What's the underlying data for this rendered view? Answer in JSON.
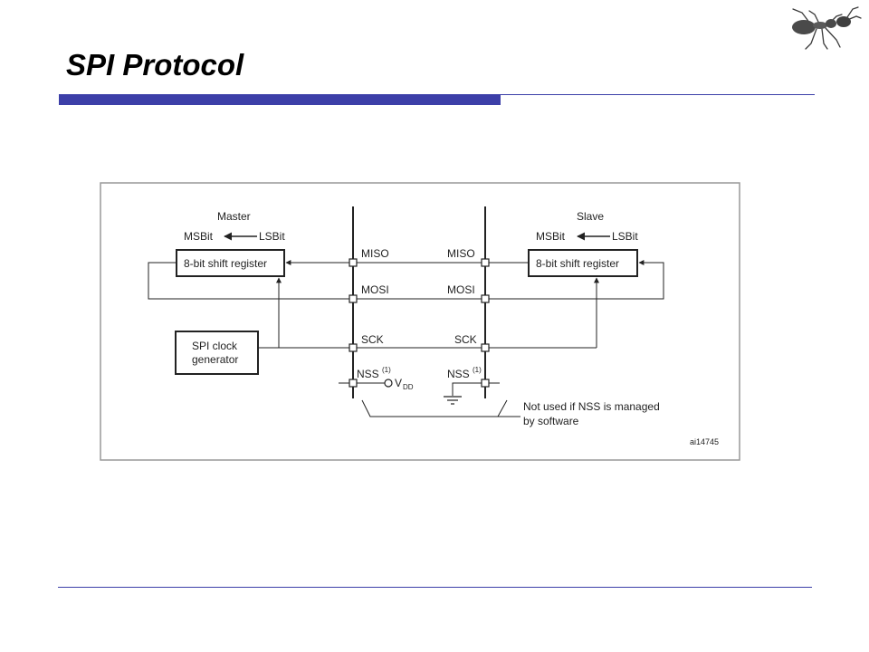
{
  "title": "SPI Protocol",
  "diagram": {
    "master_label": "Master",
    "slave_label": "Slave",
    "master_msbit": "MSBit",
    "master_lsbit": "LSBit",
    "slave_msbit": "MSBit",
    "slave_lsbit": "LSBit",
    "master_register": "8-bit shift register",
    "slave_register": "8-bit shift register",
    "clock_gen_line1": "SPI clock",
    "clock_gen_line2": "generator",
    "miso_master": "MISO",
    "miso_slave": "MISO",
    "mosi_master": "MOSI",
    "mosi_slave": "MOSI",
    "sck_master": "SCK",
    "sck_slave": "SCK",
    "nss_master": "NSS",
    "nss_slave": "NSS",
    "nss_master_sup": "(1)",
    "nss_slave_sup": "(1)",
    "vdd_v": "V",
    "vdd_sub": "DD",
    "note_line1": "Not used if NSS is managed",
    "note_line2": "by software",
    "figure_id": "ai14745"
  },
  "icons": {
    "logo": "ant-icon"
  },
  "colors": {
    "accent": "#3c3fa8"
  }
}
